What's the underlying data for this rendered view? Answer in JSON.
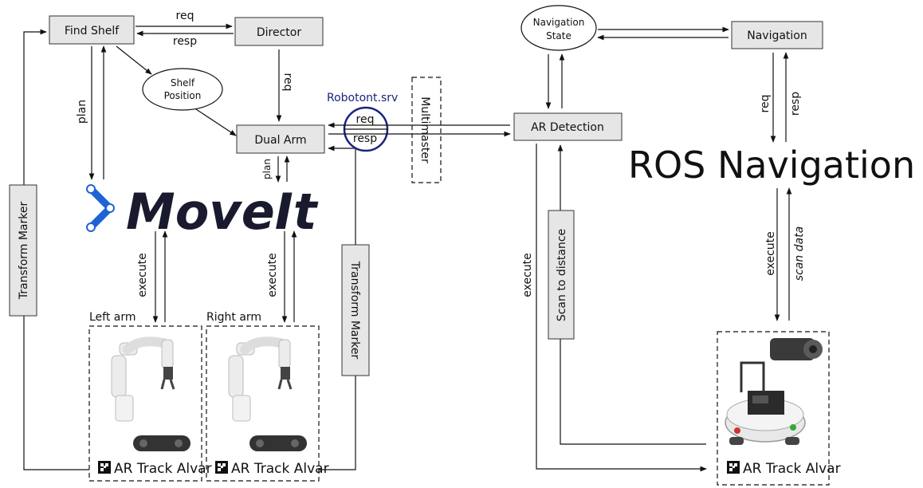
{
  "nodes": {
    "find_shelf": "Find Shelf",
    "director": "Director",
    "dual_arm": "Dual Arm",
    "ar_detection": "AR Detection",
    "navigation": "Navigation",
    "shelf_position_line1": "Shelf",
    "shelf_position_line2": "Position",
    "nav_state_line1": "Navigation",
    "nav_state_line2": "State",
    "multimaster": "Multimaster",
    "transform_marker_left": "Transform Marker",
    "transform_marker_right": "Transform Marker",
    "scan_to_distance": "Scan to distance"
  },
  "labels": {
    "req_top": "req",
    "resp_top": "resp",
    "req_director": "req",
    "plan_left": "plan",
    "plan_dual": "plan",
    "robotont_srv": "Robotont.srv",
    "robotont_req": "req",
    "robotont_resp": "resp",
    "execute_left": "execute",
    "execute_right": "execute",
    "execute_ar": "execute",
    "nav_req": "req",
    "nav_resp": "resp",
    "execute_nav": "execute",
    "scan_data": "scan data",
    "left_arm": "Left arm",
    "right_arm": "Right arm",
    "ar_track_1": "AR Track Alvar",
    "ar_track_2": "AR Track Alvar",
    "ar_track_3": "AR Track Alvar"
  },
  "logos": {
    "moveit": "MoveIt",
    "ros_navigation": "ROS Navigation"
  },
  "colors": {
    "box_fill": "#e6e6e6",
    "robotont_blue": "#1a237e",
    "moveit_blue": "#1e63d6",
    "moveit_dark": "#1a1a2e"
  }
}
